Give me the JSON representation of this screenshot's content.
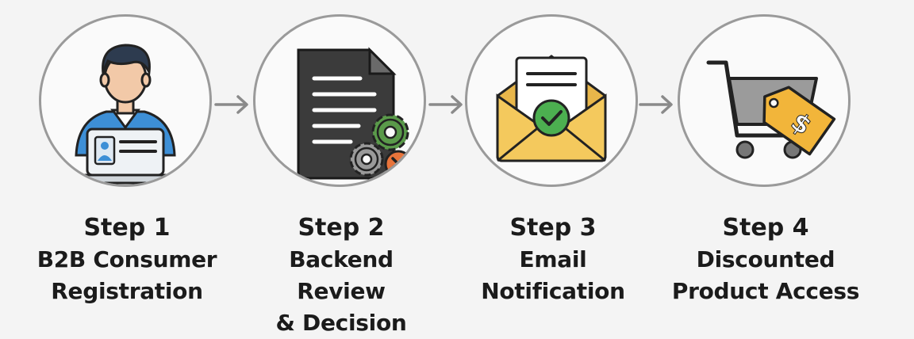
{
  "steps": [
    {
      "title": "Step 1",
      "desc_line1": "B2B Consumer",
      "desc_line2": "Registration",
      "icon": "user-laptop-icon"
    },
    {
      "title": "Step 2",
      "desc_line1": "Backend Review",
      "desc_line2": "& Decision",
      "icon": "document-gears-icon"
    },
    {
      "title": "Step 3",
      "desc_line1": "Email",
      "desc_line2": "Notification",
      "icon": "envelope-check-icon"
    },
    {
      "title": "Step 4",
      "desc_line1": "Discounted",
      "desc_line2": "Product Access",
      "icon": "cart-price-tag-icon"
    }
  ],
  "colors": {
    "circle_border": "#9a9a9a",
    "arrow": "#8a8a8a",
    "text": "#1b1b1b",
    "shirt_blue": "#3d8fd6",
    "document_dark": "#3b3b3b",
    "gear_green": "#5a9a4a",
    "reject_orange": "#e8743b",
    "envelope_yellow": "#f4c95d",
    "check_green": "#4caf50",
    "tag_orange": "#f2b53a"
  }
}
